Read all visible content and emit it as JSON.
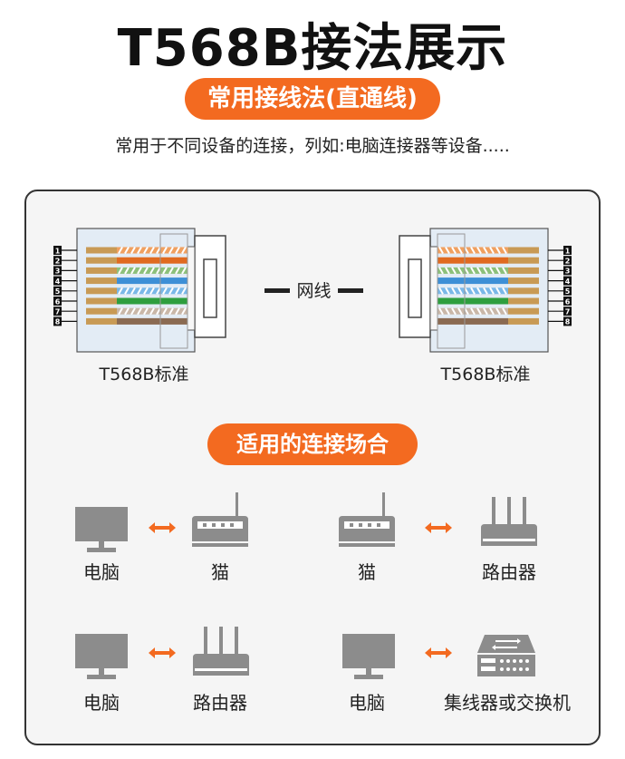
{
  "title": "T568B接法展示",
  "top_badge": "常用接线法(直通线)",
  "subtitle": "常用于不同设备的连接，列如:电脑连接器等设备.....",
  "connectors": {
    "left_label": "T568B标准",
    "right_label": "T568B标准",
    "cable_label": "网线",
    "pin_numbers": [
      "1",
      "2",
      "3",
      "4",
      "5",
      "6",
      "7",
      "8"
    ],
    "wire_colors": [
      "#f0a060",
      "#e06a20",
      "#8cc07a",
      "#3d8fd6",
      "#7ab8e8",
      "#2e9e3e",
      "#c9b7a8",
      "#8a6a52"
    ]
  },
  "scenarios_badge": "适用的连接场合",
  "scenarios": [
    {
      "left": "电脑",
      "right": "猫"
    },
    {
      "left": "猫",
      "right": "路由器"
    },
    {
      "left": "电脑",
      "right": "路由器"
    },
    {
      "left": "电脑",
      "right": "集线器或交换机"
    }
  ],
  "colors": {
    "accent": "#f36a20",
    "device_gray": "#8c8c8c",
    "panel_bg": "#f5f5f5"
  },
  "icons": {
    "computer": "monitor-icon",
    "modem": "modem-icon",
    "router": "router-icon",
    "switch": "switch-icon",
    "arrow": "double-arrow-icon"
  }
}
